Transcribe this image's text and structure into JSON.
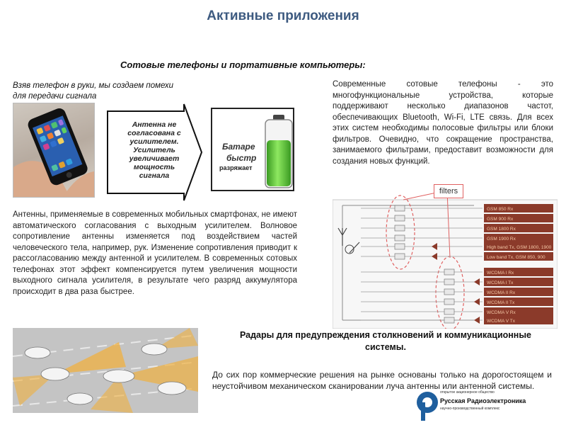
{
  "title": "Активные приложения",
  "subtitle": "Сотовые телефоны и портативные компьютеры:",
  "phone_caption": "Взяв телефон в руки, мы создаем помехи для передачи сигнала",
  "arrow_text": "Антенна не согласована с усилителем. Усилитель увеличивает мощность сигнала",
  "battery_text_1": "Батаре",
  "battery_text_2": "быстр",
  "battery_text_3": "разряжает",
  "left_paragraph": "Антенны, применяемые в современных мобильных смартфонах, не имеют автоматического согласования с выходным усилителем. Волновое сопротивление антенны изменяется под воздействием частей человеческого тела, например, рук. Изменение сопротивления приводит к рассогласованию между антенной и усилителем. В современных сотовых телефонах этот эффект компенсируется путем увеличения мощности выходного сигнала усилителя, в результате чего разряд аккумулятора происходит в два раза быстрее.",
  "right_paragraph": "Современные сотовые телефоны - это многофункциональные устройства, которые поддерживают несколько диапазонов частот, обеспечивающих Bluetooth, Wi-Fi, LTE связь. Для всех этих систем необходимы полосовые фильтры или блоки фильтров. Очевидно, что сокращение пространства, занимаемого фильтрами, предоставит возможности для создания новых функций.",
  "filters_label": "filters",
  "diagram_bands": [
    "GSM 850 Rx",
    "GSM 900 Rx",
    "GSM 1800 Rx",
    "GSM 1900 Rx",
    "High band Tx, GSM 1800, 1900",
    "Low band Tx, GSM 850, 900",
    "WCDMA I Rx",
    "WCDMA I Tx",
    "WCDMA II Rx",
    "WCDMA II Tx",
    "WCDMA V Rx",
    "WCDMA V Tx"
  ],
  "radar_heading": "Радары для предупреждения столкновений и коммуникационные системы.",
  "bottom_paragraph": "До сих пор коммерческие решения на рынке основаны только на дорогостоящем и неустойчивом механическом сканировании луча антенны или антенной системы.",
  "logo": {
    "small_text": "открытое акционерное общество",
    "name": "Русская Радиоэлектроника",
    "tagline": "научно-производственный комплекс"
  },
  "colors": {
    "title": "#3d5a80",
    "band_box": "#8b3a2a",
    "battery_green": "#5cc03a",
    "filter_circle": "#e06060",
    "logo_blue": "#1f5f9e"
  }
}
